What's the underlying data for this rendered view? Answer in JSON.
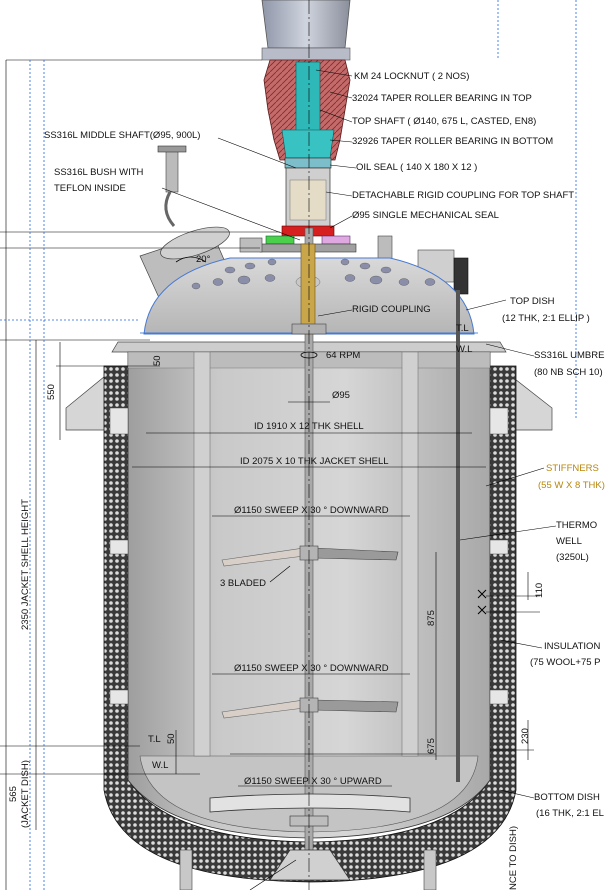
{
  "colors": {
    "vessel_fill": "#c8c8c8",
    "vessel_inner": "#b9b9b9",
    "insulation": "#2a2a2a",
    "shaft_cyan": "#2fb8b8",
    "housing_red": "#c46a6a",
    "dim_line": "#000000",
    "centerline": "#2266dd",
    "amber_text": "#b8860b"
  },
  "labels": {
    "locknut": "KM 24 LOCKNUT ( 2 NOS)",
    "bearing_top": "32024 TAPER ROLLER BEARING IN TOP",
    "top_shaft": "TOP SHAFT ( Ø140, 675 L, CASTED, EN8)",
    "bearing_bottom": "32926 TAPER ROLLER BEARING IN BOTTOM",
    "middle_shaft": "SS316L MIDDLE SHAFT(Ø95, 900L)",
    "oil_seal": "OIL SEAL ( 140 X 180 X 12 )",
    "bush_1": "SS316L BUSH WITH",
    "bush_2": "TEFLON INSIDE",
    "coupling_top": "DETACHABLE RIGID COUPLING FOR TOP SHAFT",
    "mech_seal": "Ø95 SINGLE MECHANICAL SEAL",
    "angle": "20°",
    "rigid_coupling": "RIGID COUPLING",
    "top_dish_1": "TOP DISH",
    "top_dish_2": "(12 THK, 2:1 ELLIP )",
    "tl_top": "T.L",
    "wl_top": "W.L",
    "umbrella_1": "SS316L UMBRE",
    "umbrella_2": "(80 NB SCH 10)",
    "rpm": "64 RPM",
    "dim_50_top": "50",
    "dim_550": "550",
    "shaft_dia": "Ø95",
    "shell_id": "ID 1910 X 12 THK SHELL",
    "jacket_id": "ID 2075 X 10 THK JACKET SHELL",
    "stiffeners_1": "STIFFNERS",
    "stiffeners_2": "(55 W X 8 THK)",
    "sweep_1": "Ø1150 SWEEP X 30 ° DOWNWARD",
    "thermo_1": "THERMO",
    "thermo_2": "WELL",
    "thermo_3": "(3250L)",
    "bladed": "3 BLADED",
    "dim_110": "110",
    "dim_875": "875",
    "shell_height": "2350 JACKET SHELL HEIGHT",
    "insulation_1": "INSULATION",
    "insulation_2": "(75 WOOL+75 P",
    "sweep_2": "Ø1150 SWEEP X 30 ° DOWNWARD",
    "dim_230": "230",
    "dim_675": "675",
    "tl_bottom": "T.L",
    "wl_bottom": "W.L",
    "dim_50_bottom": "50",
    "sweep_3": "Ø1150 SWEEP X 30 ° UPWARD",
    "bottom_dish_1": "BOTTOM DISH",
    "bottom_dish_2": "(16 THK, 2:1 EL",
    "dim_565": "565",
    "jacket_dish": "(JACKET DISH)",
    "nce_to_dish": "NCE TO DISH)"
  }
}
